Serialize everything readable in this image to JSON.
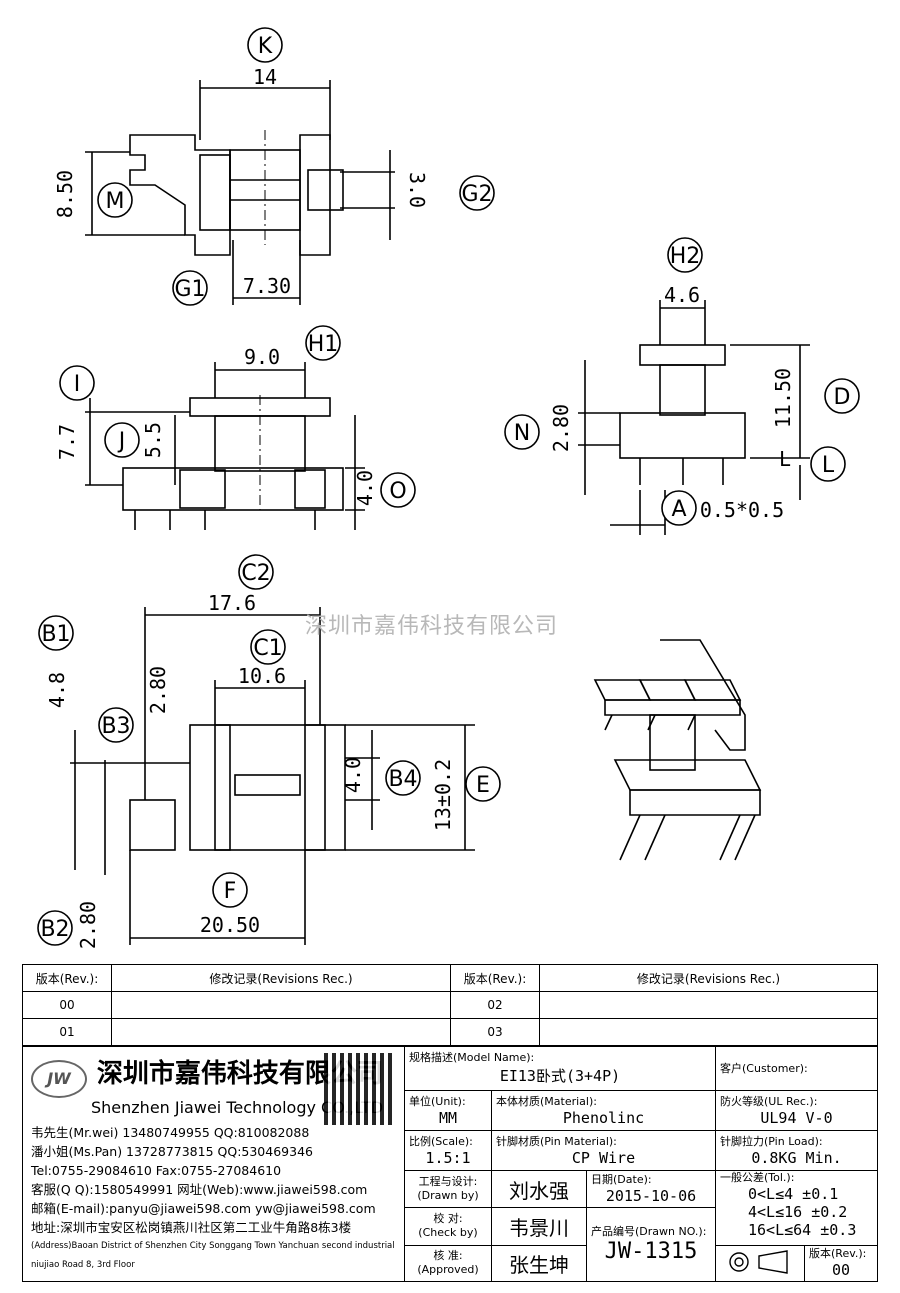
{
  "dimensions": {
    "k": "14",
    "m": "8.50",
    "g2": "3.0",
    "g1": "7.30",
    "h1": "9.0",
    "i": "7.7",
    "j": "5.5",
    "o": "4.0",
    "h2": "4.6",
    "n": "2.80",
    "d": "11.50",
    "a": "0.5*0.5",
    "c2": "17.6",
    "c1": "10.6",
    "b1": "4.8",
    "b3": "2.80",
    "b4": "4.0",
    "e": "13±0.2",
    "f": "20.50",
    "b2": "2.80"
  },
  "labels": {
    "k": "K",
    "m": "M",
    "g2": "G2",
    "g1": "G1",
    "h1": "H1",
    "i": "I",
    "j": "J",
    "o": "O",
    "h2": "H2",
    "d": "D",
    "n": "N",
    "l": "L",
    "l_small": "L",
    "a": "A",
    "c2": "C2",
    "c1": "C1",
    "b1": "B1",
    "b3": "B3",
    "b4": "B4",
    "e": "E",
    "f": "F",
    "b2": "B2"
  },
  "watermark": "深圳市嘉伟科技有限公司",
  "revisions": {
    "rev_header": "版本(Rev.):",
    "rec_header": "修改记录(Revisions Rec.)",
    "rows": [
      {
        "left_rev": "00",
        "left_rec": "",
        "right_rev": "02",
        "right_rec": ""
      },
      {
        "left_rev": "01",
        "left_rec": "",
        "right_rev": "03",
        "right_rec": ""
      }
    ]
  },
  "company": {
    "logo": "JW",
    "name_cn": "深圳市嘉伟科技有限公司",
    "name_en": "Shenzhen Jiawei Technology CO.,LTD",
    "contacts": [
      "韦先生(Mr.wei) 13480749955 QQ:810082088",
      "潘小姐(Ms.Pan) 13728773815 QQ:530469346",
      "Tel:0755-29084610       Fax:0755-27084610",
      "客服(Q Q):1580549991   网址(Web):www.jiawei598.com",
      "邮箱(E-mail):panyu@jiawei598.com   yw@jiawei598.com",
      "地址:深圳市宝安区松岗镇燕川社区第二工业牛角路8栋3楼"
    ],
    "address_en": "(Address)Baoan District of Shenzhen City Songgang Town Yanchuan second industrial niujiao Road 8, 3rd Floor"
  },
  "title_block": {
    "model_caption": "规格描述(Model Name):",
    "model_value": "EI13卧式(3+4P)",
    "customer_caption": "客户(Customer):",
    "customer_value": "",
    "unit_caption": "单位(Unit):",
    "unit_value": "MM",
    "material_caption": "本体材质(Material):",
    "material_value": "Phenolinc",
    "ul_caption": "防火等级(UL Rec.):",
    "ul_value": "UL94 V-0",
    "scale_caption": "比例(Scale):",
    "scale_value": "1.5:1",
    "pin_material_caption": "针脚材质(Pin Material):",
    "pin_material_value": "CP Wire",
    "pin_load_caption": "针脚拉力(Pin Load):",
    "pin_load_value": "0.8KG Min.",
    "drawn_caption": "工程与设计:",
    "drawn_caption_en": "(Drawn by)",
    "drawn_value": "刘水强",
    "date_caption": "日期(Date):",
    "date_value": "2015-10-06",
    "tol_caption": "一般公差(Tol.):",
    "tol_rows": [
      "0<L≤4    ±0.1",
      "4<L≤16   ±0.2",
      "16<L≤64  ±0.3"
    ],
    "check_caption": "校  对:",
    "check_caption_en": "(Check by)",
    "check_value": "韦景川",
    "drawn_no_caption": "产品编号(Drawn NO.):",
    "drawn_no_value": "JW-1315",
    "approved_caption": "核  准:",
    "approved_caption_en": "(Approved)",
    "approved_value": "张生坤",
    "version_caption": "版本(Rev.):",
    "version_value": "00"
  }
}
